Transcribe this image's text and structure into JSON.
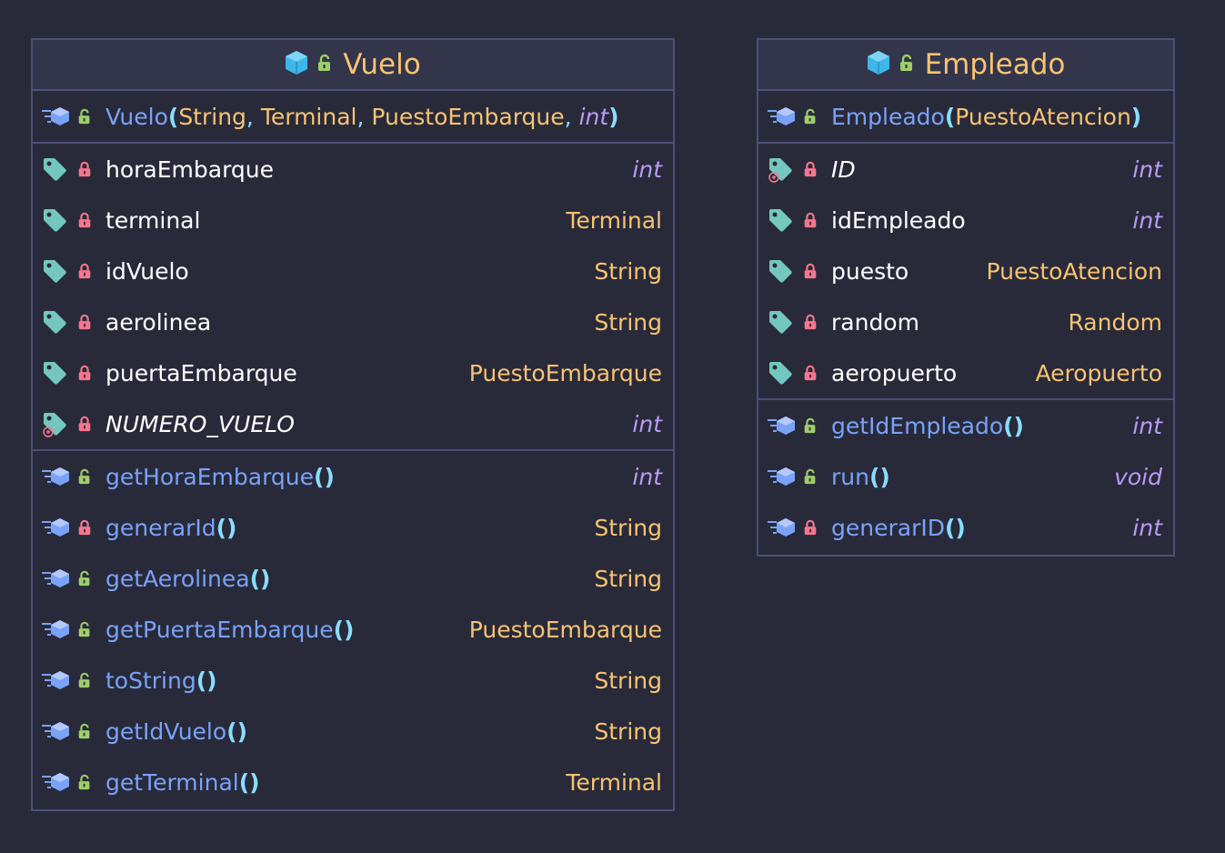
{
  "classes": [
    {
      "name": "Vuelo",
      "constructor": {
        "name": "Vuelo",
        "params": [
          {
            "type": "String",
            "kind": "ref"
          },
          {
            "type": "Terminal",
            "kind": "ref"
          },
          {
            "type": "PuestoEmbarque",
            "kind": "ref"
          },
          {
            "type": "int",
            "kind": "prim"
          }
        ]
      },
      "fields": [
        {
          "name": "horaEmbarque",
          "type": "int",
          "kind": "prim",
          "static": false
        },
        {
          "name": "terminal",
          "type": "Terminal",
          "kind": "ref",
          "static": false
        },
        {
          "name": "idVuelo",
          "type": "String",
          "kind": "ref",
          "static": false
        },
        {
          "name": "aerolinea",
          "type": "String",
          "kind": "ref",
          "static": false
        },
        {
          "name": "puertaEmbarque",
          "type": "PuestoEmbarque",
          "kind": "ref",
          "static": false
        },
        {
          "name": "NUMERO_VUELO",
          "type": "int",
          "kind": "prim",
          "static": true
        }
      ],
      "methods": [
        {
          "name": "getHoraEmbarque",
          "type": "int",
          "kind": "prim",
          "visibility": "public"
        },
        {
          "name": "generarId",
          "type": "String",
          "kind": "ref",
          "visibility": "private"
        },
        {
          "name": "getAerolinea",
          "type": "String",
          "kind": "ref",
          "visibility": "public"
        },
        {
          "name": "getPuertaEmbarque",
          "type": "PuestoEmbarque",
          "kind": "ref",
          "visibility": "public"
        },
        {
          "name": "toString",
          "type": "String",
          "kind": "ref",
          "visibility": "public"
        },
        {
          "name": "getIdVuelo",
          "type": "String",
          "kind": "ref",
          "visibility": "public"
        },
        {
          "name": "getTerminal",
          "type": "Terminal",
          "kind": "ref",
          "visibility": "public"
        }
      ]
    },
    {
      "name": "Empleado",
      "constructor": {
        "name": "Empleado",
        "params": [
          {
            "type": "PuestoAtencion",
            "kind": "ref"
          }
        ]
      },
      "fields": [
        {
          "name": "ID",
          "type": "int",
          "kind": "prim",
          "static": true
        },
        {
          "name": "idEmpleado",
          "type": "int",
          "kind": "prim",
          "static": false
        },
        {
          "name": "puesto",
          "type": "PuestoAtencion",
          "kind": "ref",
          "static": false
        },
        {
          "name": "random",
          "type": "Random",
          "kind": "ref",
          "static": false
        },
        {
          "name": "aeropuerto",
          "type": "Aeropuerto",
          "kind": "ref",
          "static": false
        }
      ],
      "methods": [
        {
          "name": "getIdEmpleado",
          "type": "int",
          "kind": "prim",
          "visibility": "public"
        },
        {
          "name": "run",
          "type": "void",
          "kind": "prim",
          "visibility": "public"
        },
        {
          "name": "generarID",
          "type": "int",
          "kind": "prim",
          "visibility": "private"
        }
      ]
    }
  ],
  "icons": {
    "class": "class-icon",
    "field": "field-tag-icon",
    "static_field": "static-field-tag-icon",
    "method": "method-icon",
    "public": "unlocked-icon",
    "private": "locked-icon"
  },
  "colors": {
    "background": "#282a3a",
    "header": "#33354b",
    "border": "#4c5075",
    "class_name": "#f8c371",
    "method": "#7aa2f7",
    "primitive": "#bb9af7",
    "reference": "#f8c371",
    "paren": "#89ddff",
    "public_lock": "#9ece6a",
    "private_lock": "#f7768e",
    "tag": "#73c7be"
  }
}
